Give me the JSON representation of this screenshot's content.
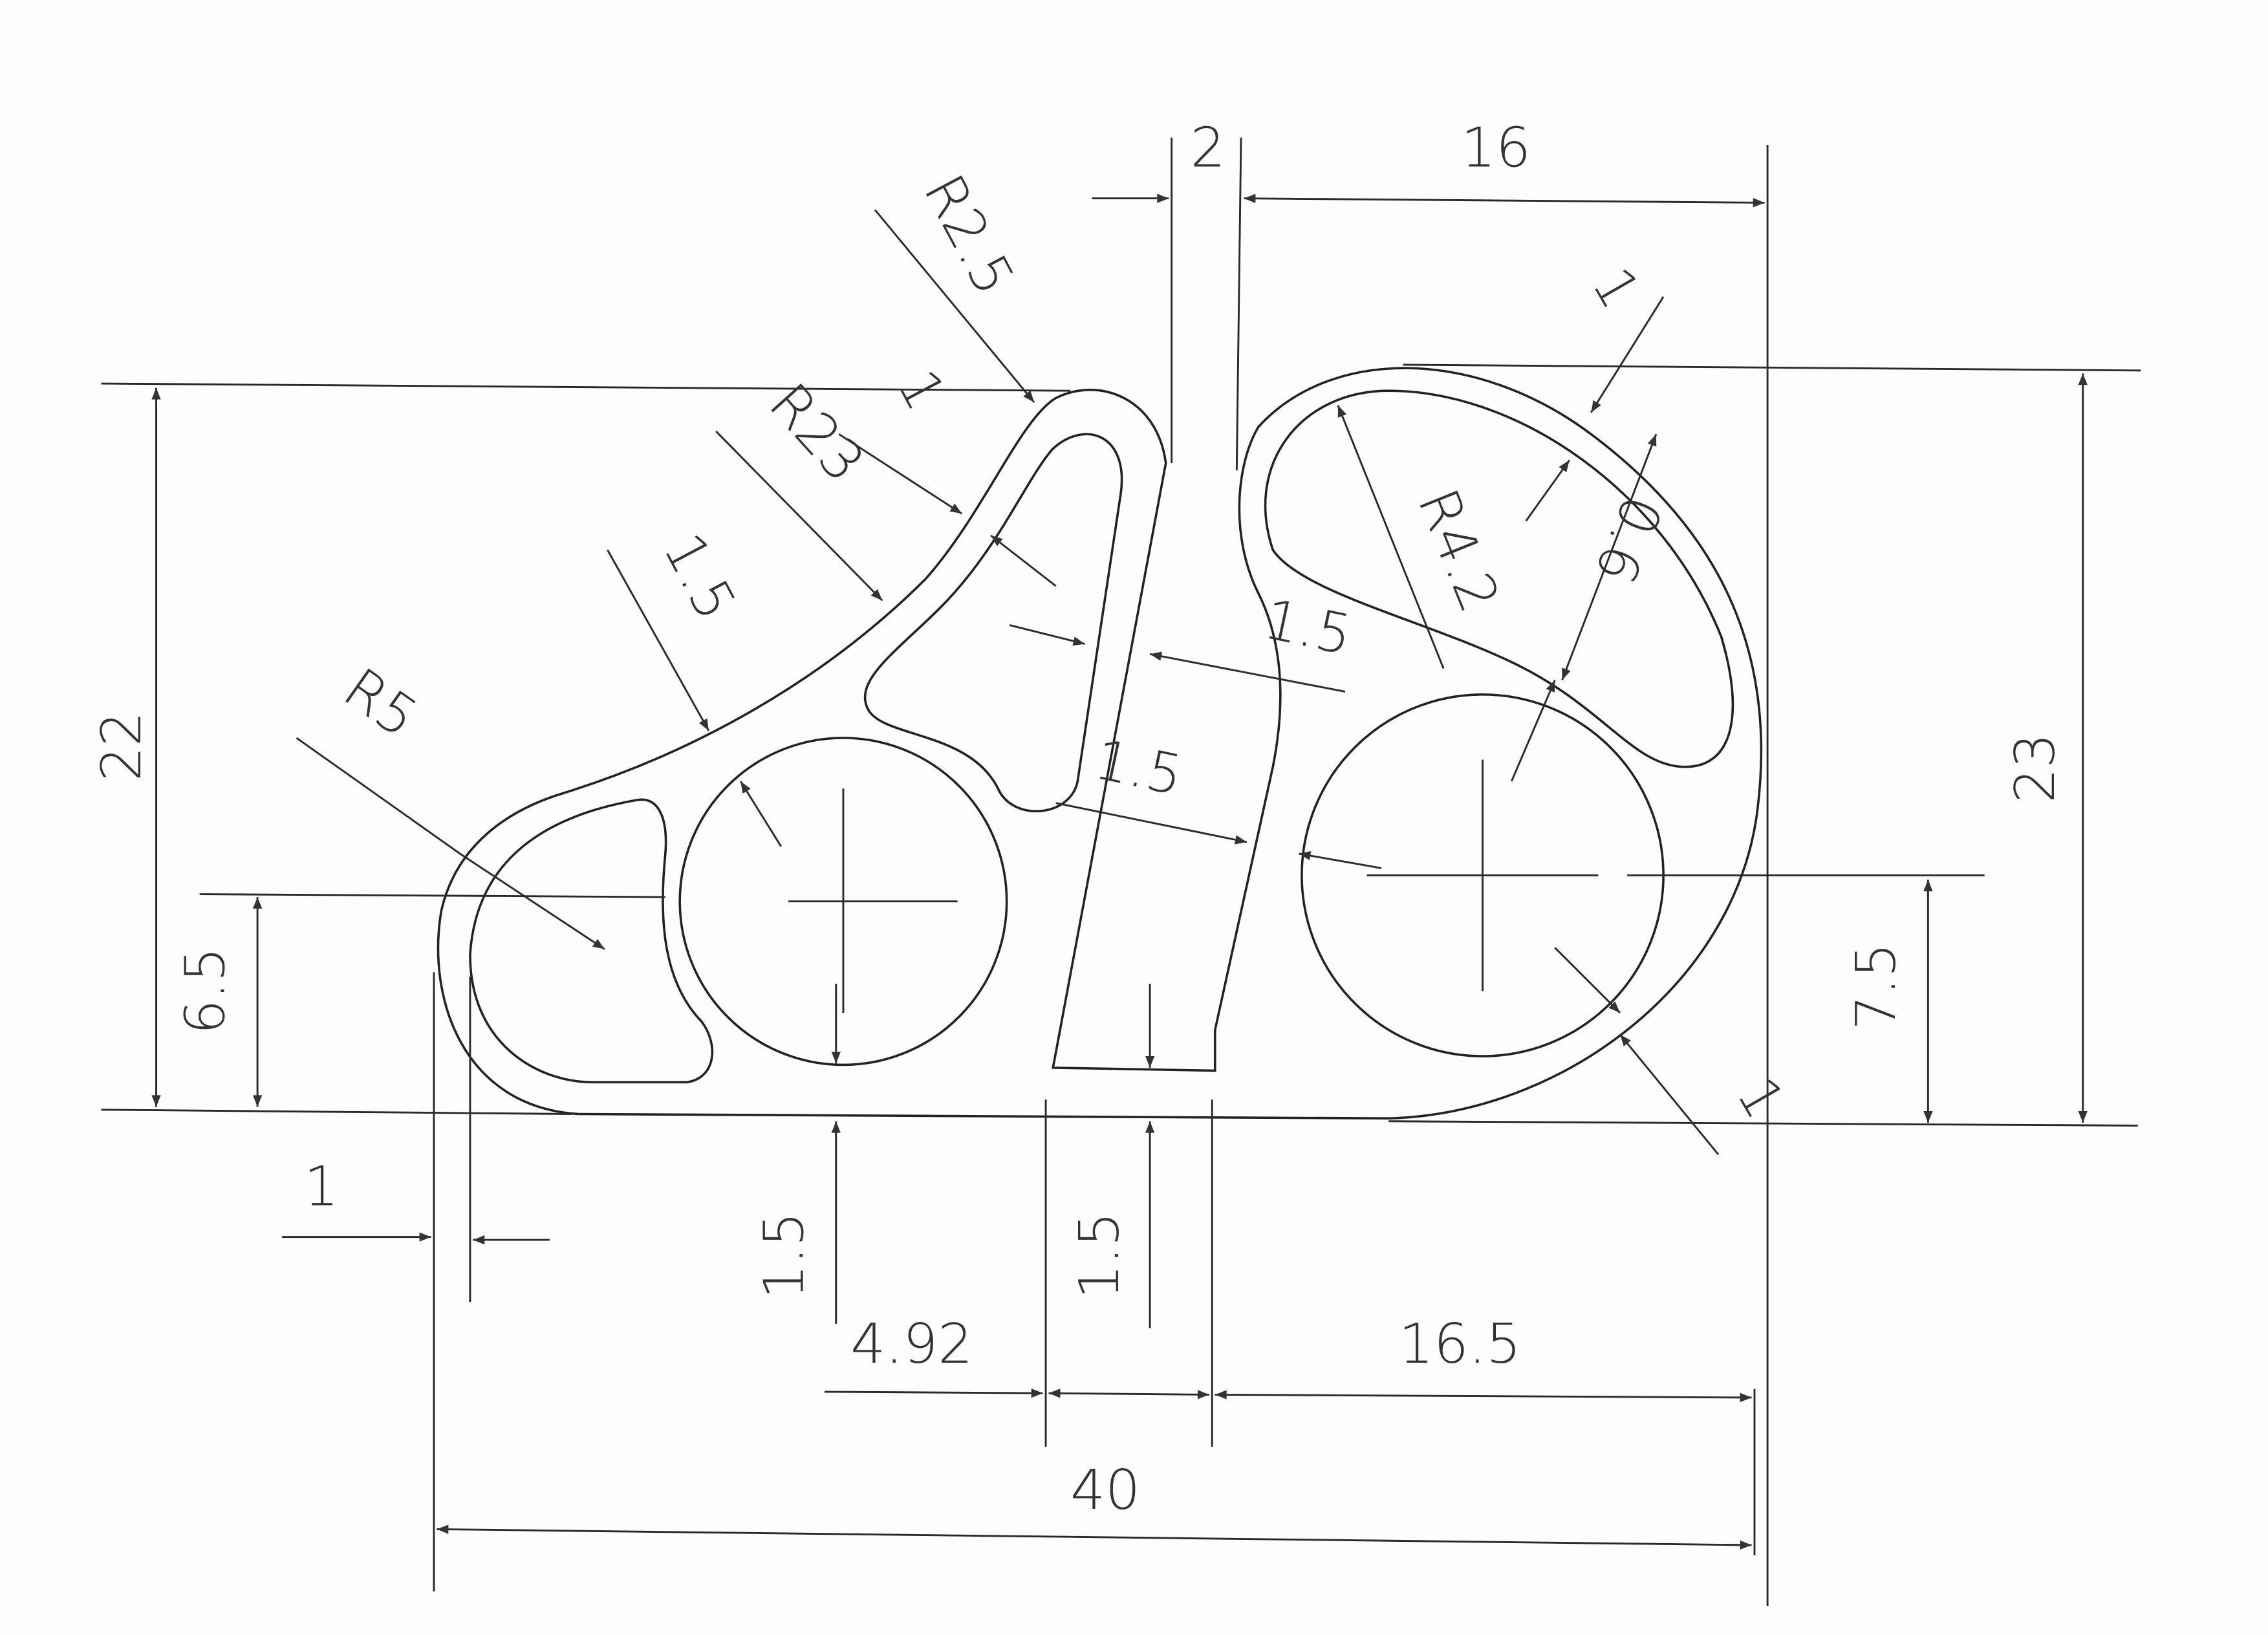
{
  "drawing": {
    "dims": {
      "d_top_gap": "2",
      "d_top_right": "16",
      "r_top": "R2.5",
      "t_top_wall": "1",
      "r_arc": "R23",
      "t_left_rib": "1.5",
      "r_left": "R5",
      "h_left": "22",
      "h_left_center": "6.5",
      "t_left_wall": "1",
      "t_bottom_left": "1.5",
      "w_bottom_gap": "4.92",
      "t_bottom_mid": "1.5",
      "w_bottom_right": "16.5",
      "w_total": "40",
      "h_right": "23",
      "h_right_center": "7.5",
      "r_right": "R4.2",
      "t_right_pocket": "0.6",
      "t_right_top": "1",
      "t_mid_upper": "1.5",
      "t_mid_lower": "1.5",
      "t_right_wall": "1"
    }
  }
}
